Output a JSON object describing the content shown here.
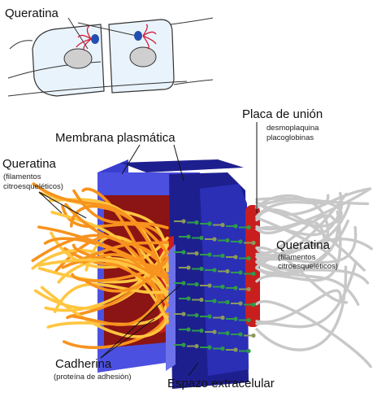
{
  "labels": {
    "top_keratin": "Queratina",
    "membrane": "Membrana plasmática",
    "keratin_left": "Queratina",
    "keratin_left_sub1": "(filamentos",
    "keratin_left_sub2": "citroesqueléticos)",
    "plaque": "Placa de unión",
    "plaque_sub1": "desmoplaquina",
    "plaque_sub2": "placoglobinas",
    "keratin_right": "Queratina",
    "keratin_right_sub1": "(filamentos",
    "keratin_right_sub2": "citroesqueléticos)",
    "cadherin": "Cadherina",
    "cadherin_sub": "(proteína de adhesión)",
    "extracellular": "Espazo extracelular"
  },
  "colors": {
    "membrane_blue": "#3a3fd0",
    "membrane_dark": "#1e1f8f",
    "cytoplasm_red": "#8b1414",
    "plaque_red": "#c81e1e",
    "keratin_orange": "#f7931e",
    "keratin_yellow": "#ffc640",
    "keratin_grey": "#c8c8c8",
    "cadherin_green": "#2e9b4a",
    "cadherin_olive": "#8a9a5b"
  },
  "icons": [
    "cell-pair-icon",
    "desmosome-illustration"
  ]
}
